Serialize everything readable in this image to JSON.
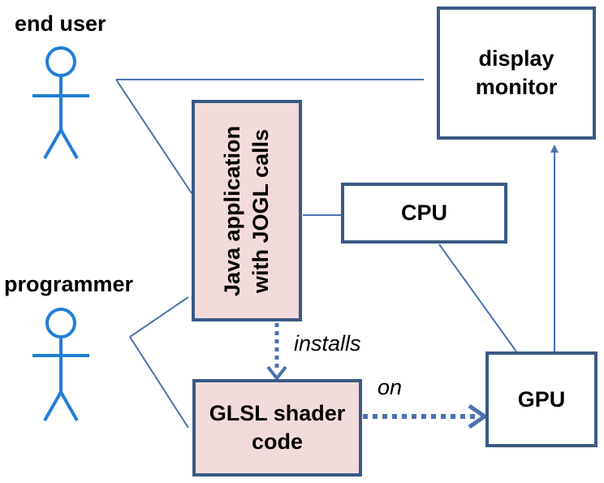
{
  "actors": {
    "end_user": "end user",
    "programmer": "programmer"
  },
  "nodes": {
    "display": {
      "line1": "display",
      "line2": "monitor"
    },
    "java_app": {
      "line1": "Java application",
      "line2": "with JOGL calls"
    },
    "cpu": {
      "label": "CPU"
    },
    "glsl": {
      "line1": "GLSL shader",
      "line2": "code"
    },
    "gpu": {
      "label": "GPU"
    }
  },
  "edges": {
    "installs": "installs",
    "on": "on"
  },
  "colors": {
    "actor_blue": "#1f7fd6",
    "line_blue": "#4a72b0",
    "box_border": "#3b5a86",
    "pink_fill": "#f2dcdb"
  }
}
